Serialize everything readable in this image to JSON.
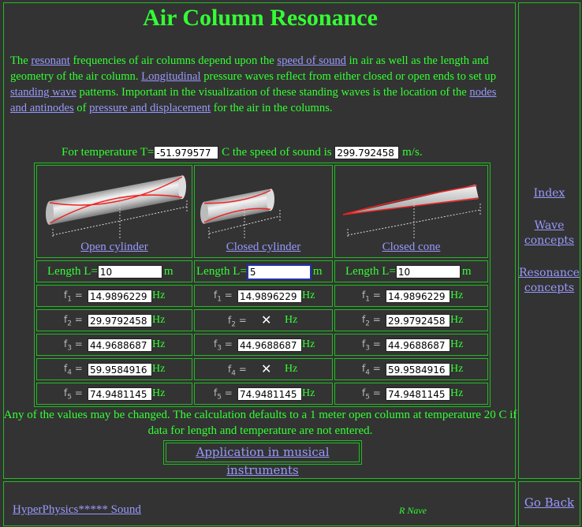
{
  "page": {
    "title": "Air Column Resonance",
    "intro_segments": [
      {
        "t": "The ",
        "link": false
      },
      {
        "t": "resonant",
        "link": true
      },
      {
        "t": " frequencies of air columns depend upon the ",
        "link": false
      },
      {
        "t": "speed of sound",
        "link": true
      },
      {
        "t": " in air as well as the length and geometry of the air column. ",
        "link": false
      },
      {
        "t": "Longitudinal",
        "link": true
      },
      {
        "t": " pressure waves reflect from either closed or open ends to set up ",
        "link": false
      },
      {
        "t": "standing wave",
        "link": true
      },
      {
        "t": " patterns. Important in the visualization of these standing waves is the location of the ",
        "link": false
      },
      {
        "t": "nodes and antinodes",
        "link": true
      },
      {
        "t": " of ",
        "link": false
      },
      {
        "t": "pressure and displacement",
        "link": true
      },
      {
        "t": " for the air in the columns.",
        "link": false
      }
    ]
  },
  "temperature": {
    "prefix": "For temperature T=",
    "value": "-51.979577",
    "middle": "C the speed of sound is",
    "speed": "299.792458",
    "unit": "m/s."
  },
  "columns": [
    {
      "caption": "Open cylinder",
      "length_label": "Length L=",
      "length": "10",
      "unit": "m",
      "focused": false,
      "freqs": [
        {
          "label": "f",
          "sub": "1",
          "value": "14.9896229",
          "hz": "Hz"
        },
        {
          "label": "f",
          "sub": "2",
          "value": "29.9792458",
          "hz": "Hz"
        },
        {
          "label": "f",
          "sub": "3",
          "value": "44.9688687",
          "hz": "Hz"
        },
        {
          "label": "f",
          "sub": "4",
          "value": "59.9584916",
          "hz": "Hz"
        },
        {
          "label": "f",
          "sub": "5",
          "value": "74.9481145",
          "hz": "Hz"
        }
      ]
    },
    {
      "caption": "Closed cylinder",
      "length_label": "Length L=",
      "length": "5",
      "unit": "m",
      "focused": true,
      "freqs": [
        {
          "label": "f",
          "sub": "1",
          "value": "14.9896229",
          "hz": "Hz"
        },
        {
          "label": "f",
          "sub": "2",
          "value": null,
          "hz": "Hz"
        },
        {
          "label": "f",
          "sub": "3",
          "value": "44.9688687",
          "hz": "Hz"
        },
        {
          "label": "f",
          "sub": "4",
          "value": null,
          "hz": "Hz"
        },
        {
          "label": "f",
          "sub": "5",
          "value": "74.9481145",
          "hz": "Hz"
        }
      ]
    },
    {
      "caption": "Closed cone",
      "length_label": "Length L=",
      "length": "10",
      "unit": "m",
      "focused": false,
      "freqs": [
        {
          "label": "f",
          "sub": "1",
          "value": "14.9896229",
          "hz": "Hz"
        },
        {
          "label": "f",
          "sub": "2",
          "value": "29.9792458",
          "hz": "Hz"
        },
        {
          "label": "f",
          "sub": "3",
          "value": "44.9688687",
          "hz": "Hz"
        },
        {
          "label": "f",
          "sub": "4",
          "value": "59.9584916",
          "hz": "Hz"
        },
        {
          "label": "f",
          "sub": "5",
          "value": "74.9481145",
          "hz": "Hz"
        }
      ]
    }
  ],
  "note": "Any of the values may be changed. The calculation defaults to a 1 meter open column at temperature 20 C if data for length and temperature are not entered.",
  "app_link": "Application in musical instruments",
  "sidebar": {
    "index": "Index",
    "wave_concepts": "Wave concepts",
    "resonance_concepts": "Resonance concepts"
  },
  "footer": {
    "hyperphysics": "HyperPhysics*****",
    "sound": " Sound",
    "author": "R Nave",
    "go_back": "Go Back"
  },
  "colors": {
    "background": "#333333",
    "text": "#33ff33",
    "link": "#9999ff",
    "border": "#22bb22"
  }
}
